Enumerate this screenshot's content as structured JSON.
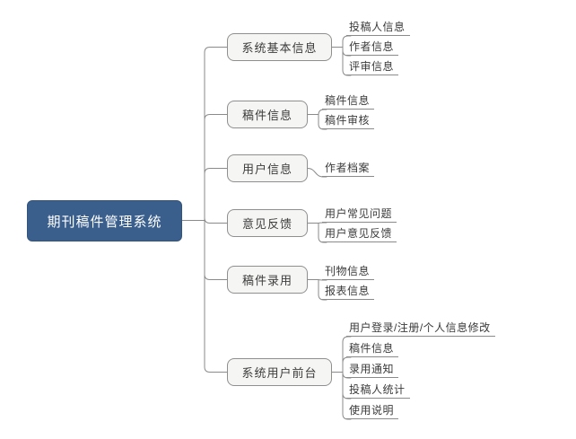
{
  "diagram": {
    "type": "mindmap",
    "title": "期刊稿件管理系统"
  },
  "colors": {
    "background": "#ffffff",
    "root_fill": "#3a5f8d",
    "root_border": "#33547d",
    "root_text": "#ffffff",
    "branch_fill": "#f5f5f3",
    "branch_border": "#8f8f8f",
    "branch_text": "#3c3c3c",
    "leaf_text": "#3a3a3a",
    "connector_line": "#8a8a8a"
  },
  "root": {
    "label": "期刊稿件管理系统"
  },
  "branches": [
    {
      "label": "系统基本信息",
      "leaves": [
        "投稿人信息",
        "作者信息",
        "评审信息"
      ]
    },
    {
      "label": "稿件信息",
      "leaves": [
        "稿件信息",
        "稿件审核"
      ]
    },
    {
      "label": "用户信息",
      "leaves": [
        "作者档案"
      ]
    },
    {
      "label": "意见反馈",
      "leaves": [
        "用户常见问题",
        "用户意见反馈"
      ]
    },
    {
      "label": "稿件录用",
      "leaves": [
        "刊物信息",
        "报表信息"
      ]
    },
    {
      "label": "系统用户前台",
      "leaves": [
        "用户登录/注册/个人信息修改",
        "稿件信息",
        "录用通知",
        "投稿人统计",
        "使用说明"
      ]
    }
  ]
}
